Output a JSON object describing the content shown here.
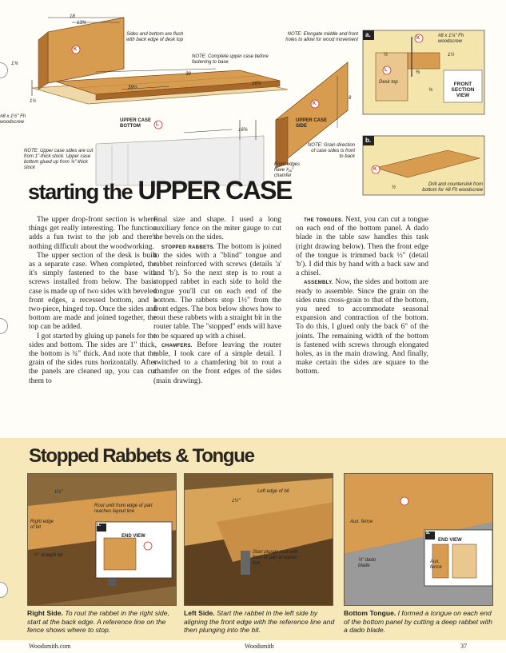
{
  "drawing": {
    "dim_18": "18",
    "dim_13": "13⅜",
    "dim_1_top": "1¾",
    "dim_1_left": "1½",
    "dim_39": "39½",
    "dim_38": "38",
    "dim_16_a": "16⅞",
    "dim_16_b": "16⅜",
    "dim_8": "8",
    "note_sides_flush": "Sides and bottom are flush with back edge of desk top",
    "note_complete": "NOTE: Complete upper case before fastening to base",
    "note_elongate": "NOTE: Elongate middle and front holes to allow for wood movement",
    "note_upper_cut": "NOTE: Upper case sides are cut from 1\"-thick stock. Upper case bottom glued up from ¾\"-thick stock",
    "note_grain": "NOTE: Grain direction of case sides is front to back",
    "label_bottom": "UPPER CASE BOTTOM",
    "label_side": "UPPER CASE SIDE",
    "label_front_edges": "Front edges have ³⁄₁₆\" chamfer",
    "label_screw_left": "#8 x 1½\" Fh woodscrew",
    "label_screw_detail": "#8 x 1¼\" Fh woodscrew",
    "label_desk_top": "Desk top",
    "label_front_section": "FRONT SECTION VIEW",
    "label_detail_a": "a.",
    "label_detail_b": "b.",
    "dim_detail_1": "1½",
    "dim_detail_half": "½",
    "dim_detail_3_8": "⅜",
    "dim_detail_3_4": "¾",
    "dim_detail_b_half": "½",
    "label_drill": "Drill and countersink from bottom for #8 Fh woodscrew",
    "marker_k": "K",
    "marker_l": "L"
  },
  "article": {
    "title_a": "starting the",
    "title_b": "UPPER CASE",
    "col1": [
      "The upper drop-front section is where things get really interesting. The function adds a fun twist to the job and there's nothing difficult about the woodworking.",
      "The upper section of the desk is built as a separate case. When completed, the it's simply fastened to the base with screws installed from below. The basic case is made up of two sides with beveled front edges, a recessed bottom, and a two-piece, hinged top. Once the sides and bottom are made and joined together, the top can be added.",
      "I got started by gluing up panels for the sides and bottom. The sides are 1\" thick, the bottom is ¾\" thick. And note that the grain of the sides runs horizontally. After the panels are cleaned up, you can cut them to"
    ],
    "col2_intro": "final size and shape. I used a long auxiliary fence on the miter gauge to cut the bevels on the sides.",
    "kw_rabbets": "STOPPED RABBETS.",
    "col2_rabbets": "The bottom is joined to the sides with a \"blind\" tongue and rabbet reinforced with screws (details 'a' and 'b'). So the next step is to rout a stopped rabbet in each side to hold the tongue you'll cut on each end of the bottom. The rabbets stop 1½\" from the front edges. The box below shows how to rout these rabbets with a straight bit in the router table. The \"stopped\" ends will have to be squared up with a chisel.",
    "kw_chamfers": "CHAMFERS.",
    "col2_chamfers": "Before leaving the router table, I took care of a simple detail. I switched to a chamfering bit to rout a chamfer on the front edges of the sides (main drawing).",
    "kw_tongues": "THE TONGUES.",
    "col3_tongues": "Next, you can cut a tongue on each end of the bottom panel. A dado blade in the table saw handles this task (right drawing below). Then the front edge of the tongue is trimmed back ½\" (detail 'b'). I did this by hand with a back saw and a chisel.",
    "kw_assembly": "ASSEMBLY.",
    "col3_assembly": "Now, the sides and bottom are ready to assemble. Since the grain on the sides runs cross-grain to that of the bottom, you need to accommodate seasonal expansion and contraction of the bottom. To do this, I glued only the back 6\" of the joints. The remaining width of the bottom is fastened with screws through elongated holes, as in the main drawing. And finally, make certain the sides are square to the bottom."
  },
  "box": {
    "title": "Stopped Rabbets & Tongue",
    "photo1_dim": "1½\"",
    "photo1_rout": "Rout until front edge of part reaches layout line",
    "photo1_right_edge": "Right edge of bit",
    "photo1_end_view": "END VIEW",
    "photo1_straight_bit": "½\" straight bit",
    "photo1_a": "a.",
    "photo2_left_edge": "Left edge of bit",
    "photo2_dim": "1½\"",
    "photo2_start": "Start plunge rout with front of part at layout line",
    "photo3_aux_fence": "Aux. fence",
    "photo3_dado": "¾\" dado blade",
    "photo3_end_view": "END VIEW",
    "photo3_aux_fence2": "Aux. fence",
    "photo3_a": "a.",
    "cap1_lead": "Right Side.",
    "cap1_text": "To rout the rabbet in the right side, start at the back edge. A reference line on the fence shows where to stop.",
    "cap2_lead": "Left Side.",
    "cap2_text": "Start the rabbet in the left side by aligning the front edge with the reference line and then plunging into the bit.",
    "cap3_lead": "Bottom Tongue.",
    "cap3_text": "I formed a tongue on each end of the bottom panel by cutting a deep rabbet with a dado blade."
  },
  "footer": {
    "left": "Woodsmith.com",
    "middle": "Woodsmith",
    "page": "37"
  },
  "colors": {
    "wood": "#d79c4f",
    "wood_dark": "#a8682a",
    "panel_bg": "#f6e8b8",
    "detail_bg": "#f4e5ad",
    "marker_red": "#c23b2a"
  }
}
